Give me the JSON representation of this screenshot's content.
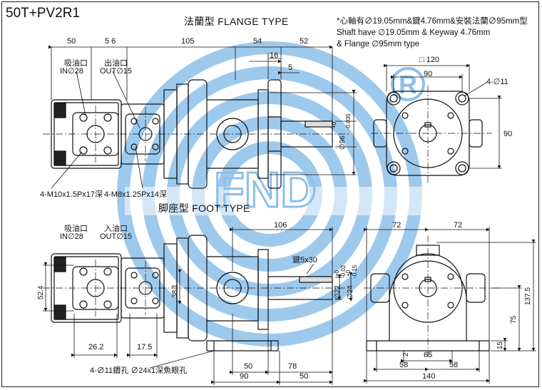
{
  "title": "50T+PV2R1",
  "flange": {
    "heading": "法蘭型   FLANGE TYPE",
    "note_lines": [
      "*心軸有∅19.05mm&鍵4.76mm&安裝法蘭∅95mm型",
      "Shaft have  ∅19.05mm  & Keyway 4.76mm",
      "& Flange   ∅95mm type"
    ],
    "dims": {
      "d50": "50",
      "d56": "5 6",
      "d105": "105",
      "d54": "54",
      "d52": "52",
      "d16": "16",
      "d5": "5",
      "sq120": "□ 120",
      "d90top": "90",
      "holes": "4-∅11",
      "d90side": "90",
      "dia96": "∅96",
      "tol_plus": "+0",
      "tol_minus": "-0.035"
    },
    "port_in": [
      "吸油口",
      "IN∅28"
    ],
    "port_out": [
      "出油口",
      "OUT∅15"
    ],
    "thread1": "4-M10x1.5Px17深",
    "thread2": "4-M8x1.25Px14深"
  },
  "foot": {
    "heading": "脚座型   FOOT TYPE",
    "port_in": [
      "吸油口",
      "IN∅28"
    ],
    "port_out": [
      "入油口",
      "OUT∅15"
    ],
    "dims": {
      "d106": "106",
      "key": "鍵5x30",
      "tol1": "+0",
      "tol1b": "-0.02",
      "tol2": "+0",
      "tol2b": "-0.15",
      "dia22": "∅22",
      "dia24": "∅24",
      "d52_4": "52.4",
      "d38_1": "38.1",
      "d26_2": "26.2",
      "d17_5": "17.5",
      "holes": "4-∅11鑽孔 ∅24x1深魚眼孔",
      "d50": "50",
      "d78": "78",
      "d90": "90",
      "d50b": "50",
      "d72a": "72",
      "d72b": "72",
      "d137": "137.5",
      "d75": "75",
      "d15": "15",
      "d2": "2",
      "d65": "65",
      "d58a": "58",
      "d58b": "58",
      "d140": "140"
    }
  },
  "watermark": {
    "letters": "FND",
    "registered": "®",
    "color": "#7fb6e6"
  }
}
